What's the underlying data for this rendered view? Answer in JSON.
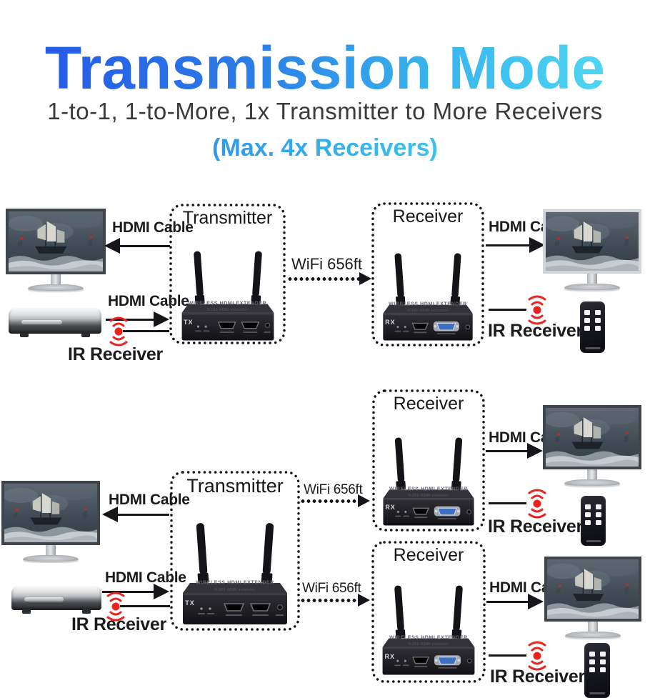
{
  "header": {
    "title": "Transmission Mode",
    "subtitle": "1-to-1, 1-to-More, 1x Transmitter to More Receivers",
    "max_note": "(Max. 4x Receivers)"
  },
  "labels": {
    "transmitter": "Transmitter",
    "receiver": "Receiver",
    "hdmi_cable": "HDMI Cable",
    "wifi_range": "WiFi 656ft",
    "ir_receiver": "IR Receiver",
    "tx_badge": "TX",
    "rx_badge": "RX",
    "device_top_line": "WIRELESS HDMI EXTENDER",
    "device_sub_line": "H.265 HDMI extender"
  },
  "colors": {
    "title_blue": "#2353e8",
    "title_cyan": "#52dff5",
    "ir_red": "#e8241e",
    "line_black": "#15151a",
    "vga_blue": "#3f6fc0"
  },
  "modes": [
    {
      "name": "1-to-1",
      "transmitters": 1,
      "receivers": 1
    },
    {
      "name": "1-to-More",
      "transmitters": 1,
      "receivers": 2
    }
  ]
}
